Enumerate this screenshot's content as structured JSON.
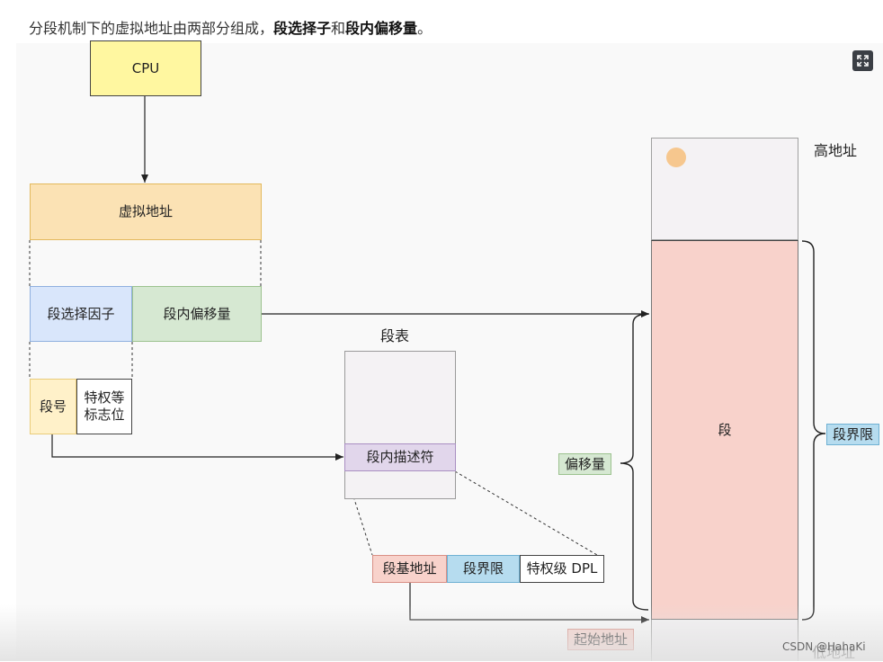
{
  "caption": {
    "prefix": "分段机制下的虚拟地址由两部分组成，",
    "bold1": "段选择子",
    "mid": "和",
    "bold2": "段内偏移量",
    "suffix": "。"
  },
  "diagram": {
    "cpu": "CPU",
    "virtual_address": "虚拟地址",
    "segment_selector": "段选择因子",
    "segment_offset": "段内偏移量",
    "segment_number": "段号",
    "privilege_flags": "特权等\n标志位",
    "segment_table_title": "段表",
    "segment_descriptor": "段内描述符",
    "base_address": "段基地址",
    "segment_limit": "段界限",
    "privilege_dpl": "特权级 DPL",
    "high_address": "高地址",
    "low_address": "低地址",
    "segment": "段",
    "offset": "偏移量",
    "segment_limit_right": "段界限",
    "start_address": "起始地址"
  },
  "watermark": "CSDN @HahaKi",
  "colors": {
    "cpu": "#fff7a0",
    "virtual_address": "#fbe2b4",
    "selector": "#d9e6fb",
    "offset": "#d6e8d2",
    "segment_number": "#fff1c9",
    "descriptor": "#e1d6eb",
    "base": "#f8d2cb",
    "limit": "#b6dcef",
    "segment": "#f8d2cb",
    "memory_top": "#f4f2f4"
  }
}
